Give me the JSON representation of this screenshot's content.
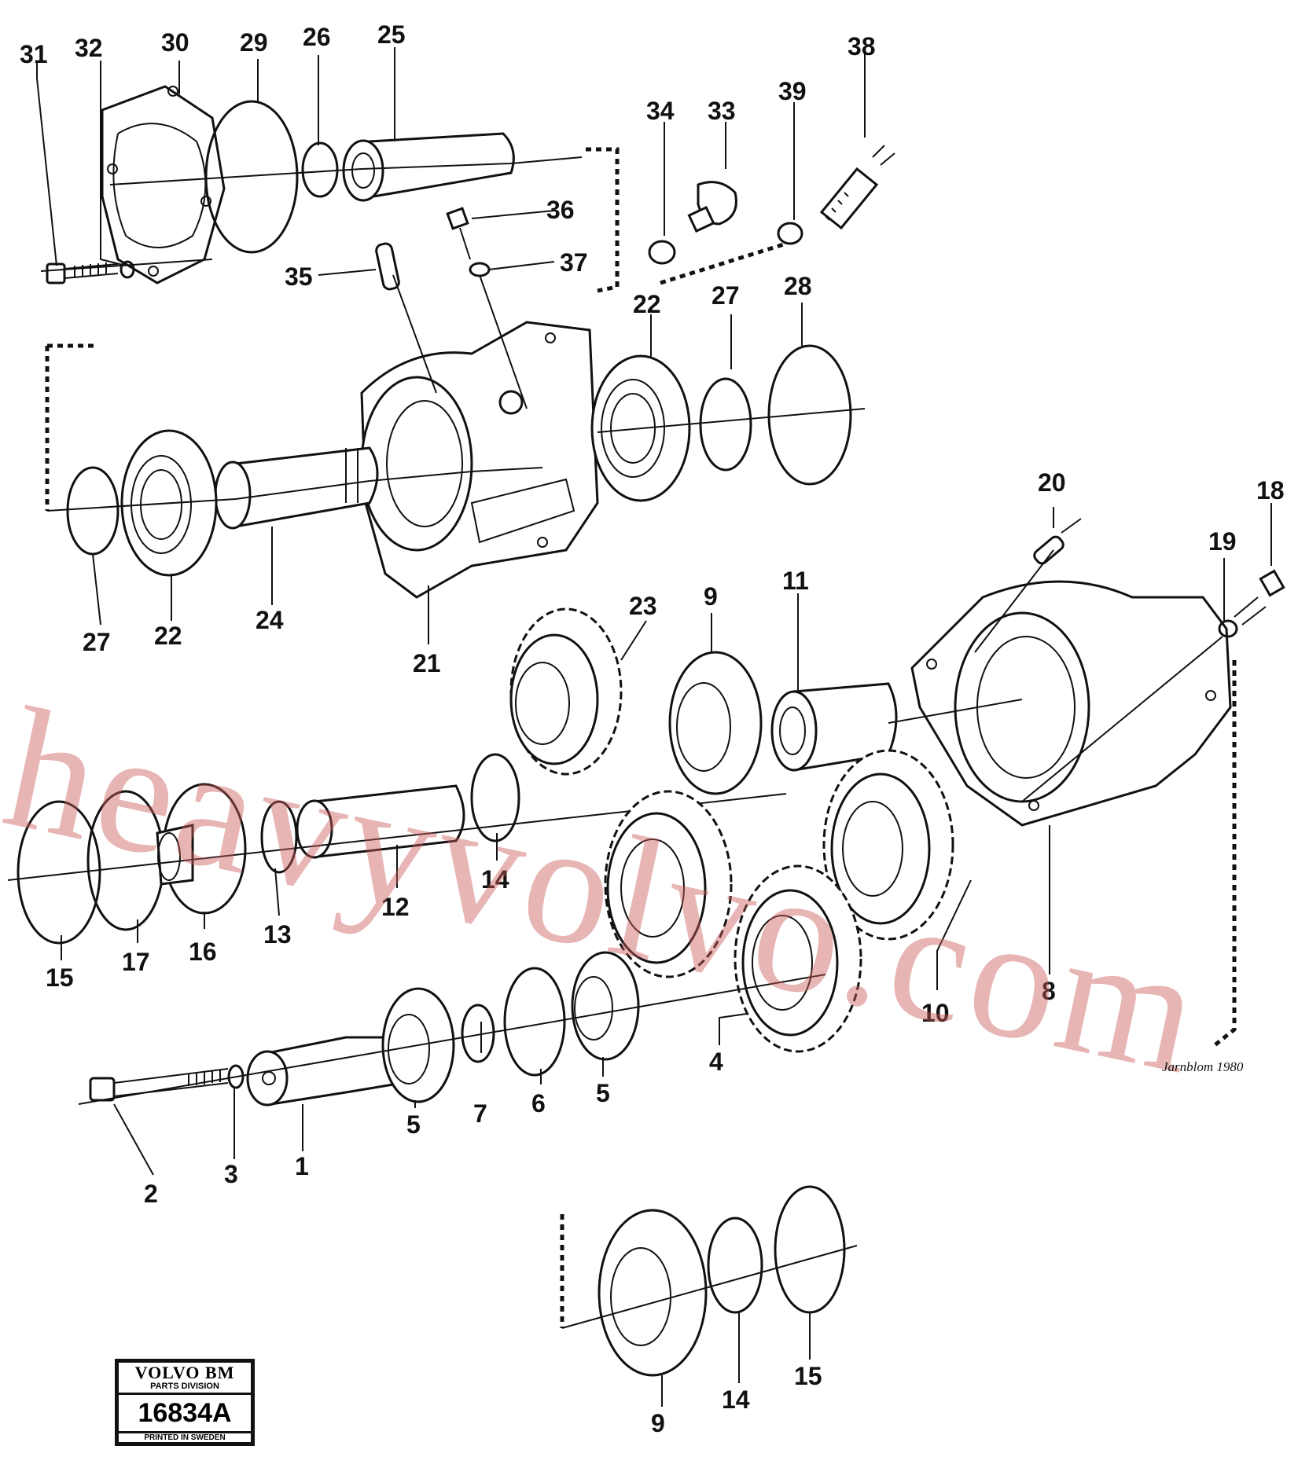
{
  "callouts": [
    "31",
    "32",
    "30",
    "29",
    "26",
    "25",
    "38",
    "34",
    "33",
    "39",
    "36",
    "37",
    "35",
    "22",
    "27",
    "28",
    "27",
    "22",
    "24",
    "21",
    "20",
    "18",
    "19",
    "23",
    "9",
    "11",
    "15",
    "17",
    "16",
    "13",
    "12",
    "14",
    "10",
    "8",
    "4",
    "5",
    "7",
    "6",
    "5",
    "3",
    "2",
    "1",
    "9",
    "14",
    "15"
  ],
  "watermark": "heavyvolvo.com",
  "stamp": {
    "brand": "VOLVO BM",
    "division": "PARTS DIVISION",
    "number": "16834A",
    "printed": "PRINTED IN SWEDEN"
  },
  "signature": "Jarnblom 1980",
  "colors": {
    "ink": "#111111",
    "watermark": "#cd5a5a",
    "background": "#ffffff"
  }
}
